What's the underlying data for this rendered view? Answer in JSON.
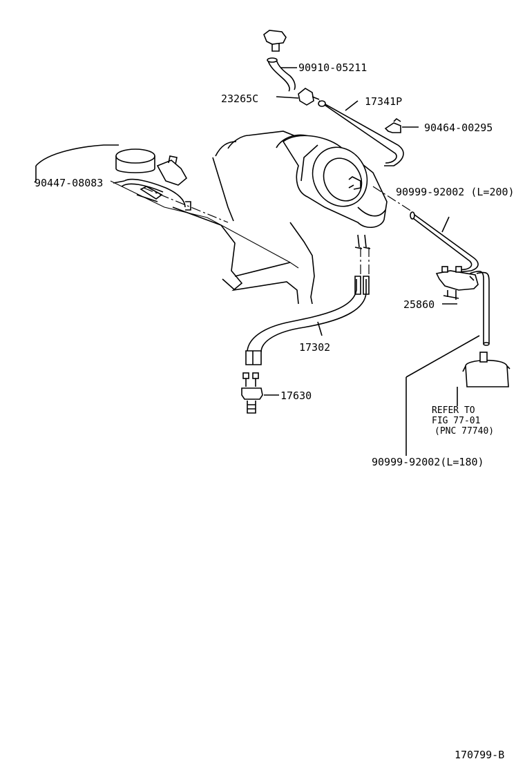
{
  "labels": {
    "p90910": "90910-05211",
    "p23265": "23265C",
    "p17341": "17341P",
    "p90464": "90464-00295",
    "p90447": "90447-08083",
    "p90999a": "90999-92002 (L=200)",
    "p25860": "25860",
    "p17302": "17302",
    "p17630": "17630",
    "refer1": "REFER TO",
    "refer2": "FIG 77-01",
    "refer3": "(PNC 77740)",
    "p90999b": "90999-92002(L=180)",
    "figure_id": "170799-B"
  },
  "colors": {
    "ink": "#000000",
    "paper": "#ffffff"
  }
}
